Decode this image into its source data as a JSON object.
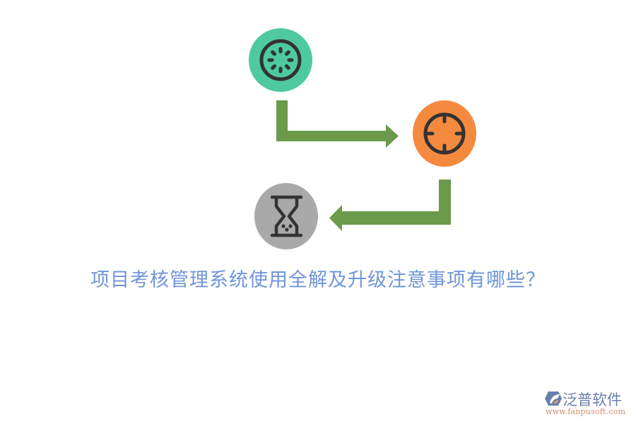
{
  "diagram": {
    "nodes": [
      {
        "id": "start",
        "icon": "loading-spinner-icon",
        "color": "#4ec9a0"
      },
      {
        "id": "target",
        "icon": "crosshair-target-icon",
        "color": "#f58a3f"
      },
      {
        "id": "wait",
        "icon": "hourglass-icon",
        "color": "#a9a9a9"
      }
    ],
    "edges": [
      {
        "from": "start",
        "to": "target",
        "color": "#6a9a4a"
      },
      {
        "from": "target",
        "to": "wait",
        "color": "#6a9a4a"
      }
    ],
    "icon_stroke_color": "#333333"
  },
  "title": {
    "text": "项目考核管理系统使用全解及升级注意事项有哪些？",
    "color": "#6f95d9"
  },
  "logo": {
    "name": "泛普软件",
    "url": "www.fanpusoft.com"
  }
}
